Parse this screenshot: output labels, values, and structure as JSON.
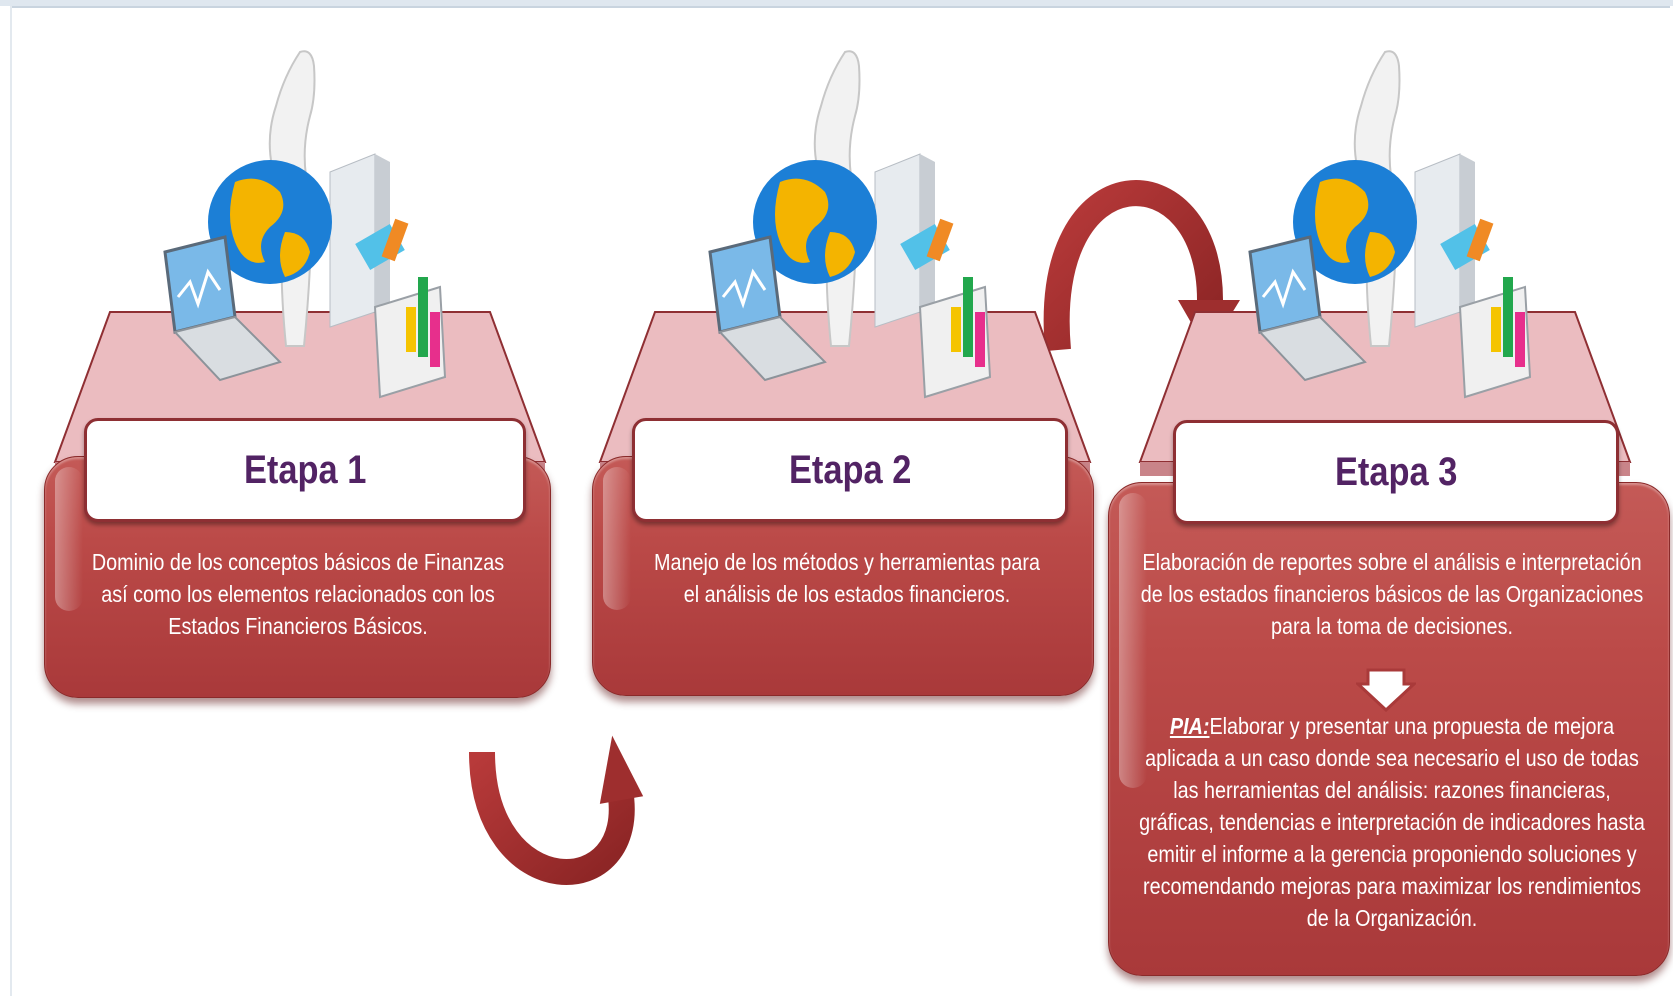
{
  "stages": [
    {
      "title": "Etapa 1",
      "description": "Dominio de los conceptos básicos  de Finanzas así como los elementos relacionados con los Estados Financieros Básicos."
    },
    {
      "title": "Etapa 2",
      "description": "Manejo de los métodos y herramientas  para el análisis de los estados financieros."
    },
    {
      "title": "Etapa 3",
      "description": "Elaboración de reportes sobre el análisis  e interpretación de los estados financieros básicos de las Organizaciones para la toma de decisiones.",
      "pia_label": "PIA:",
      "pia_text": "Elaborar y presentar una propuesta de mejora aplicada a un caso donde sea necesario el uso de todas las herramientas  del análisis: razones  financieras, gráficas, tendencias e interpretación de indicadores  hasta emitir el informe a la gerencia proponiendo soluciones y recomendando mejoras para maximizar  los rendimientos de la Organización."
    }
  ],
  "colors": {
    "panel": "#bb4a48",
    "panel_border": "#8a2a2a",
    "title_text": "#522364",
    "arrow": "#9e2e2e",
    "table_top": "#e9b7bb",
    "table_edge": "#8f2f33"
  },
  "icons": [
    "laptop-icon",
    "globe-icon",
    "person-silhouette-icon",
    "building-icon",
    "bar-chart-icon"
  ]
}
